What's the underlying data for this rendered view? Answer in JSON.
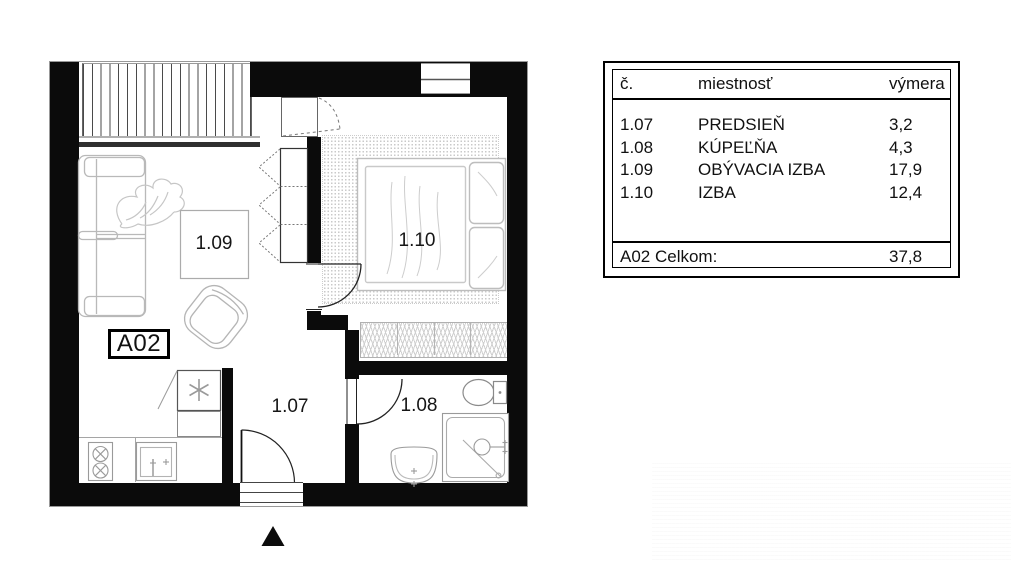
{
  "legend": {
    "headers": {
      "no": "č.",
      "room": "miestnosť",
      "area": "výmera"
    },
    "rows": [
      {
        "no": "1.07",
        "room": "PREDSIEŇ",
        "area": "3,2"
      },
      {
        "no": "1.08",
        "room": "KÚPEĽŇA",
        "area": "4,3"
      },
      {
        "no": "1.09",
        "room": "OBÝVACIA IZBA",
        "area": "17,9"
      },
      {
        "no": "1.10",
        "room": "IZBA",
        "area": "12,4"
      }
    ],
    "total": {
      "label": "A02 Celkom:",
      "value": "37,8"
    }
  },
  "plan": {
    "unit_label": "A02",
    "room_labels": [
      "1.07",
      "1.08",
      "1.09",
      "1.10"
    ],
    "colors": {
      "wall": "#0b0b0b",
      "furniture_line": "#bdbdbd",
      "detail_line": "#222"
    }
  }
}
